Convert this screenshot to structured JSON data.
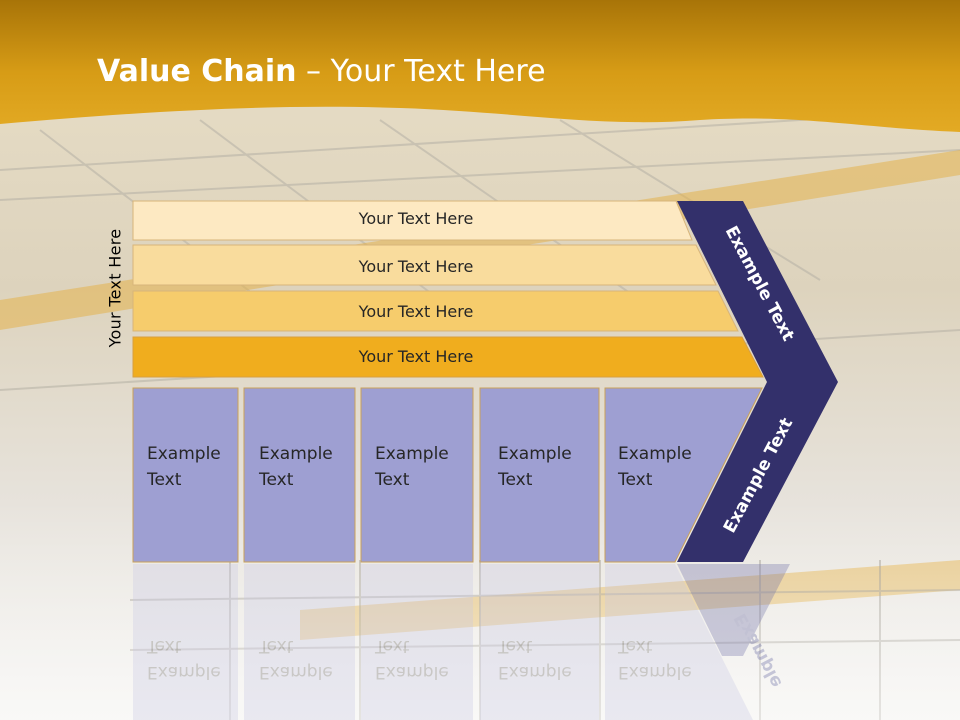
{
  "title": {
    "bold": "Value Chain",
    "rest": " – Your Text Here"
  },
  "side_label": "Your Text Here",
  "rows": [
    {
      "label": "Your Text Here",
      "color": "#fde9c2"
    },
    {
      "label": "Your Text Here",
      "color": "#f9dc9d"
    },
    {
      "label": "Your Text Here",
      "color": "#f6cc6c"
    },
    {
      "label": "Your Text Here",
      "color": "#f0ad1e"
    }
  ],
  "boxes": [
    {
      "line1": "Example",
      "line2": "Text"
    },
    {
      "line1": "Example",
      "line2": "Text"
    },
    {
      "line1": "Example",
      "line2": "Text"
    },
    {
      "line1": "Example",
      "line2": "Text"
    },
    {
      "line1": "Example",
      "line2": "Text"
    }
  ],
  "chevron": {
    "upper_label": "Example Text",
    "lower_label": "Example Text",
    "color": "#33306b"
  },
  "colors": {
    "header": "#d59a12",
    "box_fill": "#9e9fd2",
    "box_stroke": "#c9a15a"
  }
}
